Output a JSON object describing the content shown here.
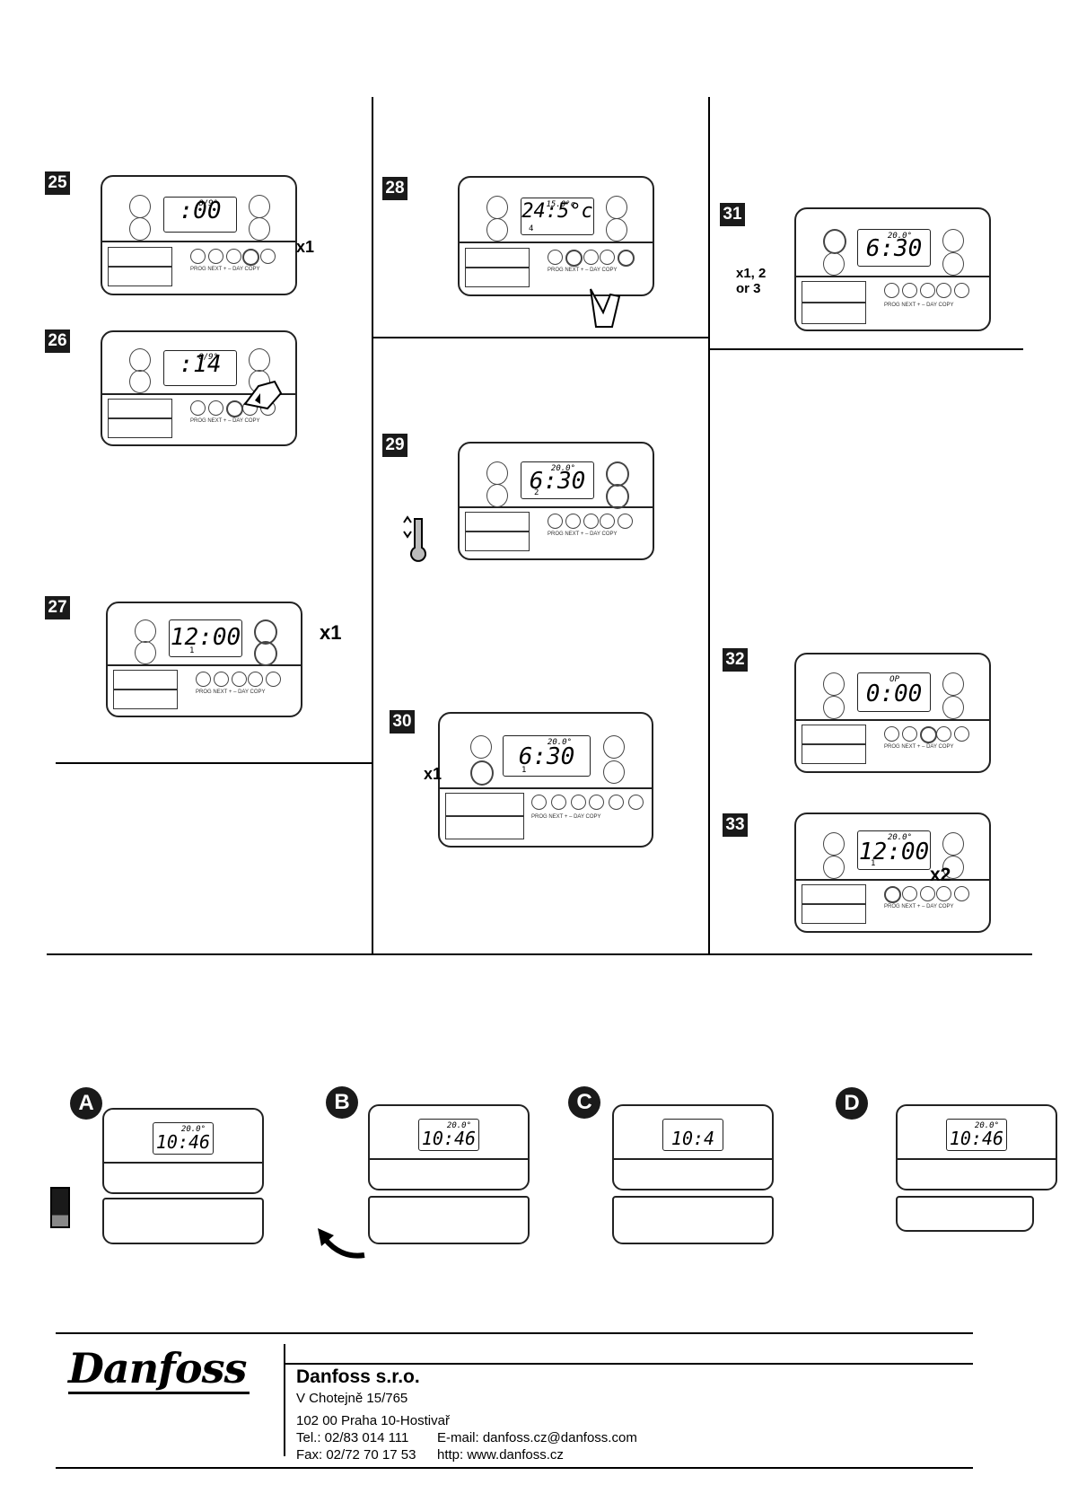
{
  "steps": {
    "s25": {
      "num": "25",
      "lcd_big": ":00",
      "lcd_small": "8/9°",
      "hand": "x1"
    },
    "s26": {
      "num": "26",
      "lcd_big": ":14",
      "lcd_small": "8/9°"
    },
    "s27": {
      "num": "27",
      "lcd_big": "12:00",
      "lcd_left": "1",
      "hand": "x1"
    },
    "s28": {
      "num": "28",
      "lcd_big": "24:5°c",
      "lcd_small": "15.0°c",
      "lcd_left": "4"
    },
    "s29": {
      "num": "29",
      "lcd_big": "6:30",
      "lcd_small": "20.0°",
      "lcd_left": "2"
    },
    "s30": {
      "num": "30",
      "lcd_big": "6:30",
      "lcd_small": "20.0°",
      "lcd_left": "1",
      "hand": "x1"
    },
    "s31": {
      "num": "31",
      "lcd_big": "6:30",
      "lcd_small": "20.0°",
      "note_line1": "x1, 2",
      "note_line2": "or 3"
    },
    "s32": {
      "num": "32",
      "lcd_big": "0:00",
      "lcd_small": "OP"
    },
    "s33": {
      "num": "33",
      "lcd_big": "12:00",
      "lcd_small": "20.0°",
      "lcd_left": "1",
      "hand": "x2"
    }
  },
  "battery_steps": {
    "a": {
      "letter": "A",
      "lcd_big": "10:46",
      "lcd_small": "20.0°"
    },
    "b": {
      "letter": "B",
      "lcd_big": "10:46",
      "lcd_small": "20.0°"
    },
    "c": {
      "letter": "C",
      "lcd_big": "10:4"
    },
    "d": {
      "letter": "D",
      "lcd_big": "10:46",
      "lcd_small": "20.0°"
    }
  },
  "button_labels": "PROG NEXT + – DAY COPY",
  "footer": {
    "logo": "Danfoss",
    "company": "Danfoss s.r.o.",
    "address1": "V Chotejně 15/765",
    "address2": "102 00  Praha 10-Hostivař",
    "tel": "Tel.: 02/83 014 111",
    "email": "E-mail: danfoss.cz@danfoss.com",
    "fax": "Fax: 02/72 70 17 53",
    "web": "http: www.danfoss.cz"
  }
}
